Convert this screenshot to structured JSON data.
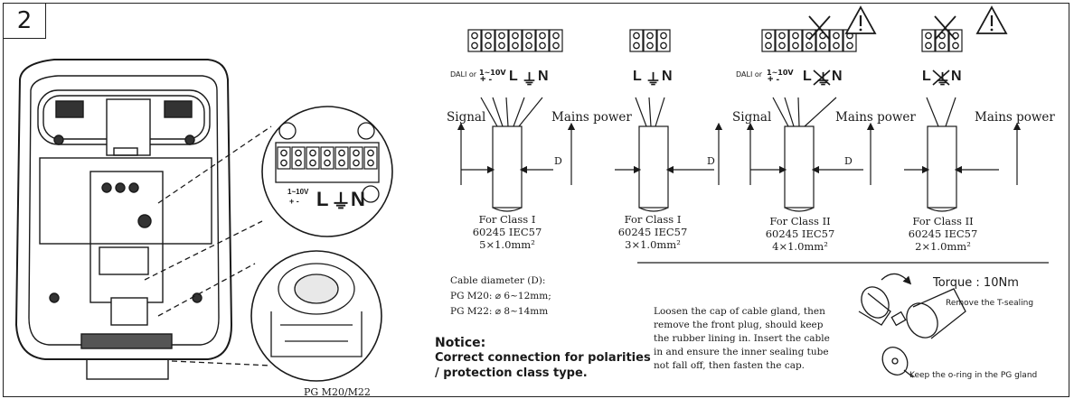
{
  "step": "2",
  "device": {
    "gland_label": "PG M20/M22",
    "zoom_terminal_labels": {
      "dim": "1~10V",
      "polarity": "+ -",
      "live": "L",
      "earth": "⏚",
      "neutral": "N"
    }
  },
  "panels": [
    {
      "id": "class1-5core",
      "terminal_labels": {
        "dali": "DALI or",
        "dim": "1~10V",
        "polarity": "+ -",
        "live": "L",
        "earth": "⏚",
        "neutral": "N"
      },
      "signal_label": "Signal",
      "mains_label": "Mains power",
      "d_label": "D",
      "caption": [
        "For Class I",
        "60245 IEC57",
        "5×1.0mm²"
      ],
      "warning": false
    },
    {
      "id": "class1-3core",
      "terminal_labels": {
        "live": "L",
        "earth": "⏚",
        "neutral": "N"
      },
      "d_label": "D",
      "caption": [
        "For Class I",
        "60245 IEC57",
        "3×1.0mm²"
      ],
      "warning": false
    },
    {
      "id": "class2-4core",
      "terminal_labels": {
        "dali": "DALI or",
        "dim": "1~10V",
        "polarity": "+ -",
        "live": "L",
        "earth": "⏚",
        "neutral": "N"
      },
      "signal_label": "Signal",
      "mains_label": "Mains power",
      "d_label": "D",
      "caption": [
        "For Class II",
        "60245 IEC57",
        "4×1.0mm²"
      ],
      "warning": true
    },
    {
      "id": "class2-2core",
      "terminal_labels": {
        "live": "L",
        "earth": "⏚",
        "neutral": "N"
      },
      "mains_label": "Mains power",
      "caption": [
        "For Class II",
        "60245 IEC57",
        "2×1.0mm²"
      ],
      "warning": true
    }
  ],
  "cable_diameter": {
    "title": "Cable diameter (D):",
    "lines": [
      "PG M20: ⌀ 6~12mm;",
      "PG M22: ⌀ 8~14mm"
    ]
  },
  "notice": {
    "heading": "Notice:",
    "lines": [
      "Correct connection for polarities",
      "/ protection class type."
    ]
  },
  "instructions": [
    "Loosen the cap of cable gland, then",
    "remove the front plug, should keep",
    "the rubber lining in.  Insert the cable",
    "in and ensure the inner sealing tube",
    "not fall off, then fasten the cap."
  ],
  "torque": {
    "label": "Torque : 10Nm",
    "t_sealing": "Remove the T-sealing",
    "o_ring": "Keep the o-ring in the PG gland"
  },
  "colors": {
    "line": "#1a1a1a",
    "warning": "#1a1a1a",
    "panel_fill": "#ffffff"
  }
}
